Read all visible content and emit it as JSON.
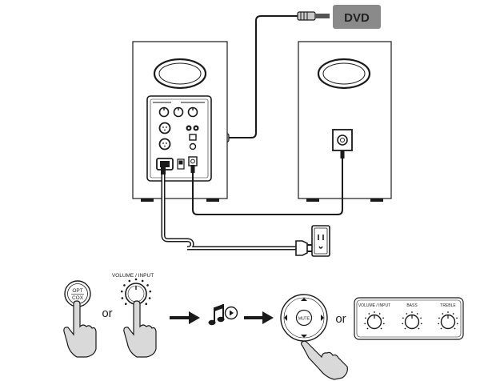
{
  "source_label": "DVD",
  "labels": {
    "opt": "OPT",
    "cox": "COX",
    "volume_input": "VOLUME / INPUT",
    "or": "or",
    "mute": "MUTE",
    "panel_volume_input": "VOLUME / INPUT",
    "bass": "BASS",
    "treble": "TREBLE"
  },
  "colors": {
    "line": "#1a1a1a",
    "dvd_box": "#8a8a8a",
    "dvd_text": "#ffffff",
    "plug_body": "#c8c8c8",
    "hand_fill": "#d9d9d9"
  },
  "icons": [
    "dvd-plug-icon",
    "hand-press-icon",
    "knob-icon",
    "arrow-right-icon",
    "music-play-icon",
    "remote-dpad-icon",
    "power-outlet-icon",
    "power-plug-icon"
  ]
}
